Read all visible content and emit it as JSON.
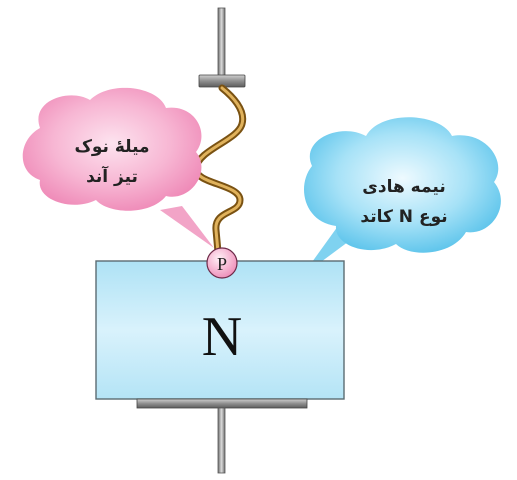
{
  "diagram": {
    "anode_callout": {
      "line1": "میلهٔ نوک",
      "line2": "تیز آند"
    },
    "cathode_callout": {
      "line1": "نیمه هادی",
      "line2": "نوع N کاتد"
    },
    "p_region_label": "P",
    "n_block_label": "N"
  },
  "colors": {
    "block_gradient_top": "#b6e6f7",
    "block_gradient_bottom": "#e6f7fd",
    "pink_cloud": "#f49fc3",
    "blue_cloud": "#6fcdef",
    "wire": "#b8872f",
    "rod": "#8a8a8a"
  }
}
